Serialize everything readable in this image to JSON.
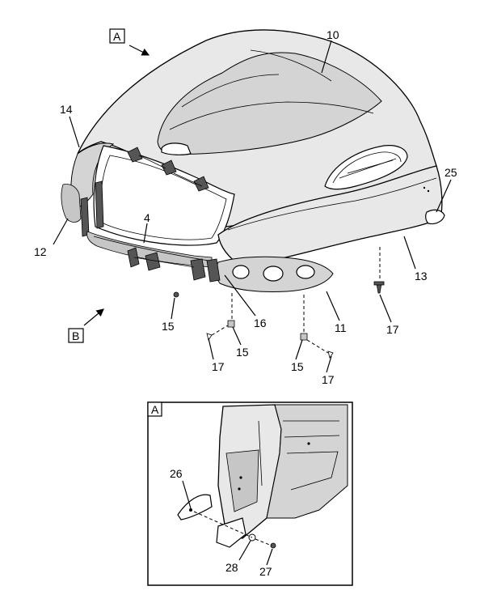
{
  "view_labels": {
    "a": "A",
    "b": "B",
    "detail": "A"
  },
  "callouts": {
    "c10": "10",
    "c14": "14",
    "c12": "12",
    "c4": "4",
    "c25": "25",
    "c13": "13",
    "c15a": "15",
    "c16": "16",
    "c11": "11",
    "c17a": "17",
    "c15b": "15",
    "c17b": "17",
    "c15c": "15",
    "c17c": "17",
    "c26": "26",
    "c28": "28",
    "c27": "27"
  }
}
